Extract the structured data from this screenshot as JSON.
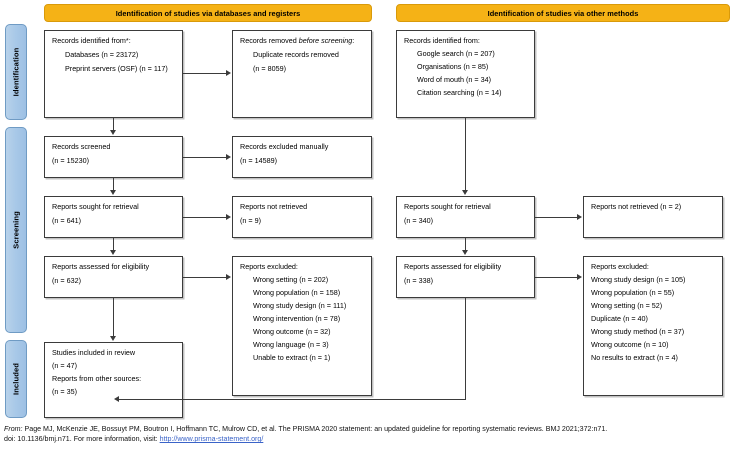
{
  "stages": [
    {
      "label": "Identification"
    },
    {
      "label": "Screening"
    },
    {
      "label": "Included"
    }
  ],
  "headers": {
    "left": "Identification of studies via databases and registers",
    "right": "Identification of studies via other methods"
  },
  "left_column": {
    "identified": {
      "title": "Records identified from*:",
      "items": [
        "Databases (n = 23172)",
        "Preprint servers (OSF) (n = 117)"
      ]
    },
    "removed": {
      "title_a": "Records removed ",
      "title_b": "before screening",
      "title_c": ":",
      "items": [
        "Duplicate records removed"
      ],
      "count": "(n = 8059)"
    },
    "screened": {
      "title": "Records screened",
      "count": "(n = 15230)"
    },
    "excluded_manually": {
      "title": "Records excluded manually",
      "count": "(n = 14589)"
    },
    "sought": {
      "title": "Reports sought for retrieval",
      "count": "(n = 641)"
    },
    "not_retrieved": {
      "title": "Reports not retrieved",
      "count": "(n = 9)"
    },
    "assessed": {
      "title": "Reports assessed for eligibility",
      "count": "(n = 632)"
    },
    "reports_excluded": {
      "title": "Reports excluded:",
      "reasons": [
        "Wrong setting (n = 202)",
        "Wrong population (n = 158)",
        "Wrong study design (n = 111)",
        "Wrong intervention (n = 78)",
        "Wrong outcome (n = 32)",
        "Wrong language (n = 3)",
        "Unable to extract (n = 1)"
      ]
    }
  },
  "right_column": {
    "identified": {
      "title": "Records identified from:",
      "items": [
        "Google search (n = 207)",
        "Organisations (n = 85)",
        "Word of mouth (n = 34)",
        "Citation searching (n = 14)"
      ]
    },
    "sought": {
      "title": "Reports sought for retrieval",
      "count": "(n = 340)"
    },
    "not_retrieved": {
      "title": "Reports not retrieved (n = 2)"
    },
    "assessed": {
      "title": "Reports assessed for eligibility",
      "count": "(n = 338)"
    },
    "reports_excluded": {
      "title": "Reports excluded:",
      "reasons": [
        "Wrong study design (n = 105)",
        "Wrong population (n = 55)",
        "Wrong setting (n = 52)",
        "Duplicate (n = 40)",
        "Wrong study method (n = 37)",
        "Wrong outcome (n = 10)",
        "No results to extract (n = 4)"
      ]
    }
  },
  "included": {
    "line1": "Studies included in review",
    "line2": "(n = 47)",
    "line3": "Reports from other sources:",
    "line4": "(n = 35)"
  },
  "footer": {
    "from_label": "From:",
    "citation": "Page MJ, McKenzie JE, Bossuyt PM, Boutron I, Hoffmann TC, Mulrow CD, et al. The PRISMA 2020 statement: an updated guideline for reporting systematic reviews. BMJ 2021;372:n71.",
    "doi": "doi: 10.1136/bmj.n71.",
    "more_info": "For more information, visit:",
    "link": "http://www.prisma-statement.org/"
  },
  "colors": {
    "header_bar": "#f5b216",
    "stage_bar": "#a9c9e8",
    "box_border": "#3b3b3b",
    "link": "#3a63c8"
  }
}
